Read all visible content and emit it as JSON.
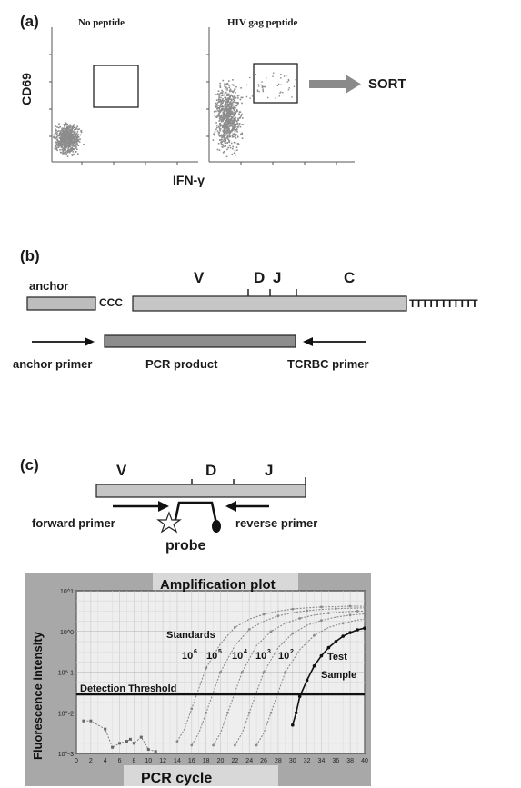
{
  "panel_a": {
    "label": "(a)",
    "left_title": "No peptide",
    "right_title": "HIV gag peptide",
    "y_label": "CD69",
    "x_label": "IFN-γ",
    "sort_label": "SORT"
  },
  "panel_b": {
    "label": "(b)",
    "anchor": "anchor",
    "ccc": "CCC",
    "polyT": "TTTTTTTTTTT",
    "v": "V",
    "d": "D",
    "j": "J",
    "c": "C",
    "anchor_primer": "anchor primer",
    "pcr_product": "PCR product",
    "tcrbc_primer": "TCRBC primer"
  },
  "panel_c": {
    "label": "(c)",
    "v": "V",
    "d": "D",
    "j": "J",
    "forward_primer": "forward primer",
    "reverse_primer": "reverse primer",
    "probe": "probe"
  },
  "chart_data": {
    "type": "line",
    "title": "Amplification plot",
    "xlabel": "PCR cycle",
    "ylabel": "Fluorescence intensity",
    "x_ticks": [
      "0",
      "2",
      "4",
      "6",
      "8",
      "10",
      "12",
      "14",
      "16",
      "18",
      "20",
      "22",
      "24",
      "26",
      "28",
      "30",
      "32",
      "34",
      "36",
      "38",
      "40"
    ],
    "y_ticks": [
      "10^-3",
      "10^-2",
      "10^-1",
      "10^0",
      "10^1"
    ],
    "xlim": [
      0,
      40
    ],
    "log_ylim": [
      -3,
      1
    ],
    "threshold_label": "Detection Threshold",
    "threshold_log": -1.55,
    "standards_label": "Standards",
    "test_label_1": "Test",
    "test_label_2": "Sample",
    "standard_labels": [
      "10",
      "10",
      "10",
      "10",
      "10"
    ],
    "standard_exponents": [
      "6",
      "5",
      "4",
      "3",
      "2"
    ],
    "series": [
      {
        "x": [
          14,
          15,
          16,
          17,
          18,
          20,
          22,
          24,
          26,
          28,
          30,
          32,
          34,
          36,
          38,
          40
        ],
        "y": [
          -2.7,
          -2.4,
          -1.9,
          -1.4,
          -0.9,
          -0.3,
          0.1,
          0.3,
          0.42,
          0.5,
          0.55,
          0.58,
          0.6,
          0.61,
          0.62,
          0.62
        ]
      },
      {
        "x": [
          16,
          17,
          18,
          19,
          20,
          22,
          24,
          26,
          28,
          30,
          32,
          34,
          36,
          38,
          40
        ],
        "y": [
          -2.8,
          -2.5,
          -2.0,
          -1.5,
          -1.0,
          -0.35,
          0.05,
          0.25,
          0.38,
          0.46,
          0.51,
          0.54,
          0.56,
          0.57,
          0.58
        ]
      },
      {
        "x": [
          19,
          20,
          21,
          22,
          23,
          25,
          27,
          29,
          31,
          33,
          35,
          37,
          39,
          40
        ],
        "y": [
          -2.8,
          -2.5,
          -2.0,
          -1.5,
          -1.0,
          -0.35,
          0.0,
          0.2,
          0.32,
          0.4,
          0.45,
          0.48,
          0.5,
          0.5
        ]
      },
      {
        "x": [
          22,
          23,
          24,
          25,
          26,
          28,
          30,
          32,
          34,
          36,
          38,
          40
        ],
        "y": [
          -2.8,
          -2.5,
          -2.0,
          -1.5,
          -1.0,
          -0.4,
          -0.05,
          0.15,
          0.27,
          0.35,
          0.4,
          0.43
        ]
      },
      {
        "x": [
          25,
          26,
          27,
          28,
          29,
          31,
          33,
          35,
          37,
          39,
          40
        ],
        "y": [
          -2.8,
          -2.5,
          -2.0,
          -1.5,
          -1.0,
          -0.45,
          -0.1,
          0.1,
          0.2,
          0.28,
          0.3
        ]
      },
      {
        "x": [
          30,
          30.5,
          31,
          32,
          33,
          34,
          35,
          36,
          37,
          38,
          39,
          40
        ],
        "y": [
          -2.3,
          -2.0,
          -1.6,
          -1.2,
          -0.85,
          -0.6,
          -0.4,
          -0.25,
          -0.12,
          -0.03,
          0.04,
          0.08
        ]
      }
    ],
    "baseline_points": {
      "x": [
        1,
        2,
        4,
        5,
        6,
        7,
        7.5,
        8,
        9,
        10,
        11
      ],
      "y": [
        -2.2,
        -2.2,
        -2.4,
        -2.85,
        -2.75,
        -2.7,
        -2.65,
        -2.75,
        -2.6,
        -2.9,
        -2.95
      ]
    }
  }
}
